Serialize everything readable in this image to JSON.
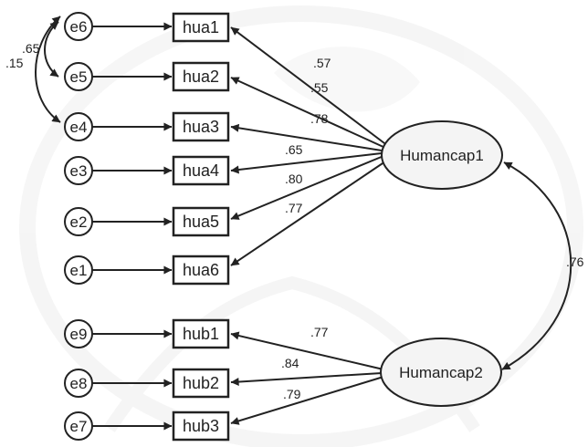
{
  "errors": [
    {
      "id": "e6",
      "label": "e6"
    },
    {
      "id": "e5",
      "label": "e5"
    },
    {
      "id": "e4",
      "label": "e4"
    },
    {
      "id": "e3",
      "label": "e3"
    },
    {
      "id": "e2",
      "label": "e2"
    },
    {
      "id": "e1",
      "label": "e1"
    },
    {
      "id": "e9",
      "label": "e9"
    },
    {
      "id": "e8",
      "label": "e8"
    },
    {
      "id": "e7",
      "label": "e7"
    }
  ],
  "observed": [
    {
      "id": "hua1",
      "label": "hua1",
      "loading": ".57"
    },
    {
      "id": "hua2",
      "label": "hua2",
      "loading": ".55"
    },
    {
      "id": "hua3",
      "label": "hua3",
      "loading": ".78"
    },
    {
      "id": "hua4",
      "label": "hua4",
      "loading": ".65"
    },
    {
      "id": "hua5",
      "label": "hua5",
      "loading": ".80"
    },
    {
      "id": "hua6",
      "label": "hua6",
      "loading": ".77"
    },
    {
      "id": "hub1",
      "label": "hub1",
      "loading": ".77"
    },
    {
      "id": "hub2",
      "label": "hub2",
      "loading": ".84"
    },
    {
      "id": "hub3",
      "label": "hub3",
      "loading": ".79"
    }
  ],
  "latents": [
    {
      "id": "humancap1",
      "label": "Humancap1"
    },
    {
      "id": "humancap2",
      "label": "Humancap2"
    }
  ],
  "error_covariances": [
    {
      "from": "e6",
      "to": "e5",
      "value": ".65"
    },
    {
      "from": "e6",
      "to": "e4",
      "value": ".15"
    }
  ],
  "latent_correlation": {
    "from": "Humancap1",
    "to": "Humancap2",
    "value": ".76"
  },
  "colors": {
    "stroke": "#222222",
    "fill": "#ffffff",
    "latent_fill": "#f4f4f4",
    "watermark": "#efefef"
  }
}
